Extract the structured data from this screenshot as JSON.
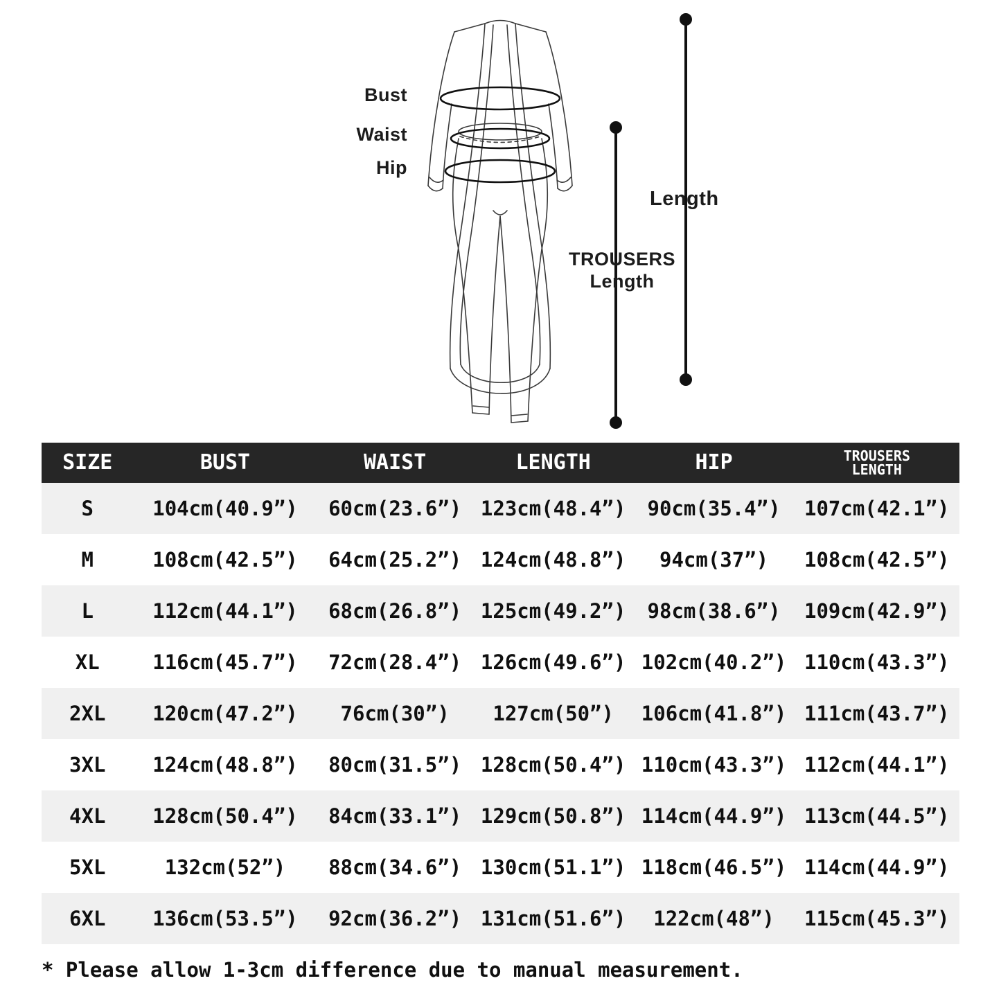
{
  "diagram": {
    "labels": {
      "bust": "Bust",
      "waist": "Waist",
      "hip": "Hip",
      "length": "Length",
      "trousers_line1": "TROUSERS",
      "trousers_line2": "Length"
    }
  },
  "chart_data": {
    "type": "table",
    "columns": [
      "SIZE",
      "BUST",
      "WAIST",
      "LENGTH",
      "HIP",
      "TROUSERS\nLENGTH"
    ],
    "rows": [
      [
        "S",
        "104cm(40.9”)",
        "60cm(23.6”)",
        "123cm(48.4”)",
        "90cm(35.4”)",
        "107cm(42.1”)"
      ],
      [
        "M",
        "108cm(42.5”)",
        "64cm(25.2”)",
        "124cm(48.8”)",
        "94cm(37”)",
        "108cm(42.5”)"
      ],
      [
        "L",
        "112cm(44.1”)",
        "68cm(26.8”)",
        "125cm(49.2”)",
        "98cm(38.6”)",
        "109cm(42.9”)"
      ],
      [
        "XL",
        "116cm(45.7”)",
        "72cm(28.4”)",
        "126cm(49.6”)",
        "102cm(40.2”)",
        "110cm(43.3”)"
      ],
      [
        "2XL",
        "120cm(47.2”)",
        "76cm(30”)",
        "127cm(50”)",
        "106cm(41.8”)",
        "111cm(43.7”)"
      ],
      [
        "3XL",
        "124cm(48.8”)",
        "80cm(31.5”)",
        "128cm(50.4”)",
        "110cm(43.3”)",
        "112cm(44.1”)"
      ],
      [
        "4XL",
        "128cm(50.4”)",
        "84cm(33.1”)",
        "129cm(50.8”)",
        "114cm(44.9”)",
        "113cm(44.5”)"
      ],
      [
        "5XL",
        "132cm(52”)",
        "88cm(34.6”)",
        "130cm(51.1”)",
        "118cm(46.5”)",
        "114cm(44.9”)"
      ],
      [
        "6XL",
        "136cm(53.5”)",
        "92cm(36.2”)",
        "131cm(51.6”)",
        "122cm(48”)",
        "115cm(45.3”)"
      ]
    ]
  },
  "footnote": "* Please allow 1-3cm difference due to manual measurement.",
  "colors": {
    "header_bg": "#262626",
    "header_text": "#ffffff",
    "alt_row_bg": "#f0f0f0",
    "line": "#111111"
  }
}
